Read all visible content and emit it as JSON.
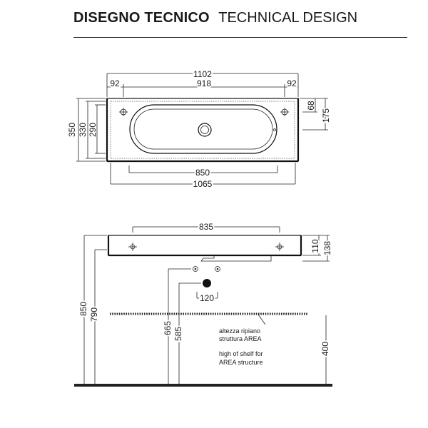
{
  "header": {
    "title_it": "DISEGNO TECNICO",
    "title_en": "TECHNICAL DESIGN"
  },
  "top_view": {
    "overall_width": "1102",
    "left_margin": "92",
    "inner_width": "918",
    "right_margin": "92",
    "bowl_width": "850",
    "base_width": "1065",
    "depth_350": "350",
    "depth_330": "330",
    "depth_290": "290",
    "hole_offset": "68",
    "hole_depth": "175"
  },
  "front_view": {
    "fixing_span": "835",
    "thickness_110": "110",
    "thickness_138": "138",
    "height_850": "850",
    "height_790": "790",
    "height_665": "665",
    "height_585": "585",
    "waste_offset": "120",
    "shelf_height": "400",
    "note_it_line1": "altezza ripiano",
    "note_it_line2": "struttura AREA",
    "note_en_line1": "high of shelf for",
    "note_en_line2": "AREA structure"
  }
}
